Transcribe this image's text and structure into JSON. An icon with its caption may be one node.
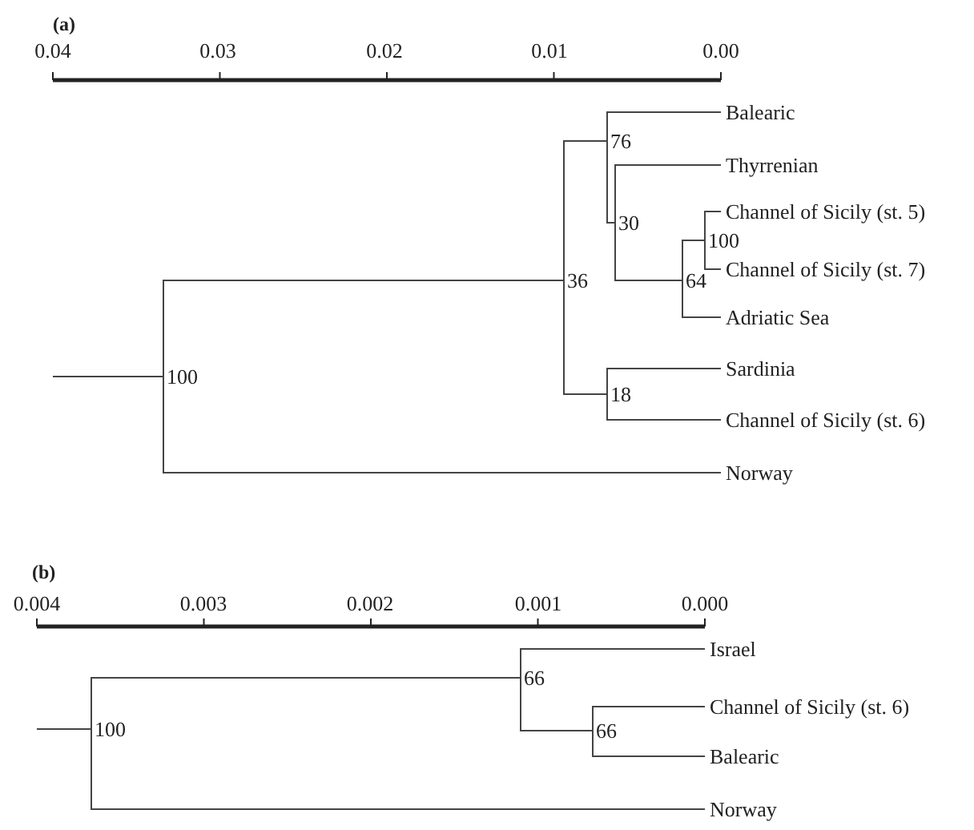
{
  "diagram": {
    "nodes": [
      {
        "text": [
          "100"
        ]
      },
      {
        "text": [
          "36"
        ]
      },
      {
        "text": [
          "76"
        ]
      },
      {
        "text": [
          "Balearic"
        ]
      },
      {
        "text": [
          "30"
        ]
      },
      {
        "text": [
          "Thyrrenian"
        ]
      },
      {
        "text": [
          "64"
        ]
      },
      {
        "text": [
          "100"
        ]
      },
      {
        "text": [
          "Channel of Sicily (st. 5)"
        ]
      },
      {
        "text": [
          "Channel of Sicily (st. 7)"
        ]
      },
      {
        "text": [
          "Adriatic Sea"
        ]
      },
      {
        "text": [
          "18"
        ]
      },
      {
        "text": [
          "Sardinia"
        ]
      },
      {
        "text": [
          "Channel of Sicily (st. 6)"
        ]
      },
      {
        "text": [
          "Norway"
        ]
      },
      {
        "text": [
          "100"
        ]
      },
      {
        "text": [
          "66"
        ]
      },
      {
        "text": [
          "Israel"
        ]
      },
      {
        "text": [
          "66"
        ]
      },
      {
        "text": [
          "Channel of Sicily (st. 6)"
        ]
      },
      {
        "text": [
          "Balearic"
        ]
      },
      {
        "text": [
          "Norway"
        ]
      }
    ],
    "edges": [
      {
        "from": null,
        "to": 0,
        "arrow": "none"
      },
      {
        "from": 0,
        "to": 1,
        "arrow": "none"
      },
      {
        "from": 0,
        "to": 14,
        "arrow": "none"
      },
      {
        "from": 1,
        "to": 2,
        "arrow": "none"
      },
      {
        "from": 1,
        "to": 11,
        "arrow": "none"
      },
      {
        "from": 2,
        "to": 3,
        "arrow": "none"
      },
      {
        "from": 2,
        "to": 4,
        "arrow": "none"
      },
      {
        "from": 4,
        "to": 5,
        "arrow": "none"
      },
      {
        "from": 4,
        "to": 6,
        "arrow": "none"
      },
      {
        "from": 6,
        "to": 7,
        "arrow": "none"
      },
      {
        "from": 6,
        "to": 10,
        "arrow": "none"
      },
      {
        "from": 7,
        "to": 8,
        "arrow": "none"
      },
      {
        "from": 7,
        "to": 9,
        "arrow": "none"
      },
      {
        "from": 11,
        "to": 12,
        "arrow": "none"
      },
      {
        "from": 11,
        "to": 13,
        "arrow": "none"
      },
      {
        "from": null,
        "to": 15,
        "arrow": "none"
      },
      {
        "from": 15,
        "to": 16,
        "arrow": "none"
      },
      {
        "from": 15,
        "to": 21,
        "arrow": "none"
      },
      {
        "from": 16,
        "to": 17,
        "arrow": "none"
      },
      {
        "from": 16,
        "to": 18,
        "arrow": "none"
      },
      {
        "from": 18,
        "to": 19,
        "arrow": "none"
      },
      {
        "from": 18,
        "to": 20,
        "arrow": "none"
      }
    ],
    "labels": [
      "(a)",
      "0.04",
      "0.03",
      "0.02",
      "0.01",
      "0.00",
      "(b)",
      "0.004",
      "0.003",
      "0.002",
      "0.001",
      "0.000"
    ]
  }
}
